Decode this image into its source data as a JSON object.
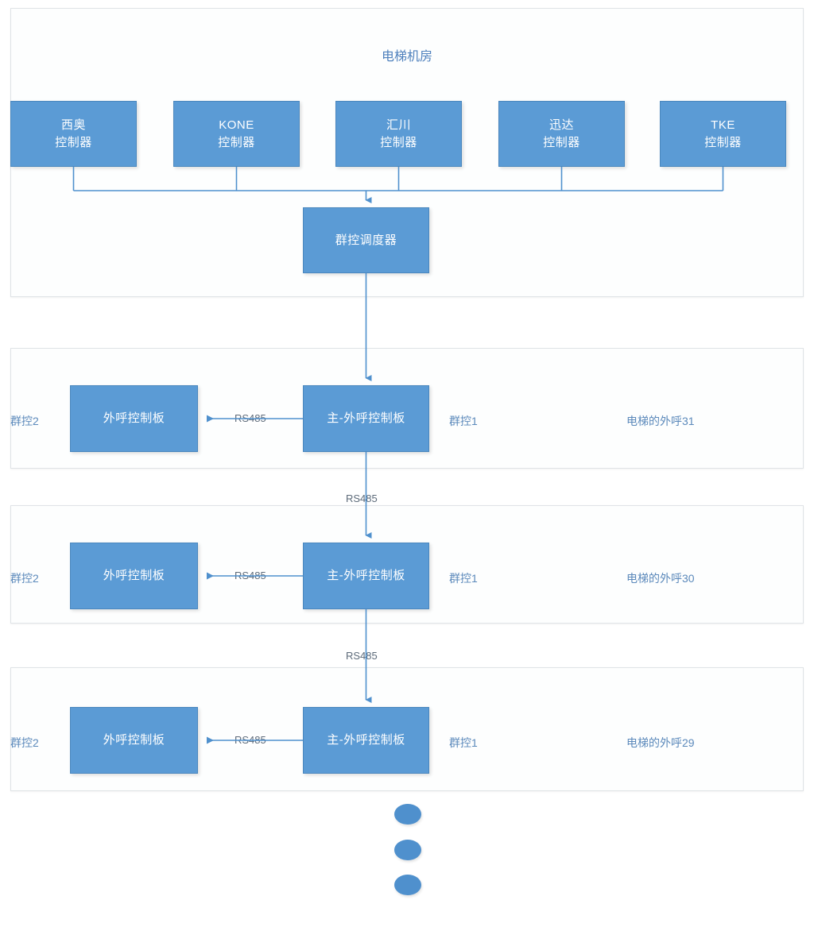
{
  "diagram": {
    "title": "电梯机房",
    "machine_room": {
      "title": "电梯机房",
      "controllers": [
        {
          "brand": "西奥",
          "type": "控制器"
        },
        {
          "brand": "KONE",
          "type": "控制器"
        },
        {
          "brand": "汇川",
          "type": "控制器"
        },
        {
          "brand": "迅达",
          "type": "控制器"
        },
        {
          "brand": "TKE",
          "type": "控制器"
        }
      ],
      "dispatcher": {
        "label": "群控调度器"
      }
    },
    "floors": [
      {
        "hall_label": "电梯的外呼31",
        "group_left_label": "群控2",
        "group_right_label": "群控1",
        "slave_label": "外呼控制板",
        "master_label": "主-外呼控制板",
        "bus_label": "RS485",
        "downlink_label": "RS485"
      },
      {
        "hall_label": "电梯的外呼30",
        "group_left_label": "群控2",
        "group_right_label": "群控1",
        "slave_label": "外呼控制板",
        "master_label": "主-外呼控制板",
        "bus_label": "RS485",
        "downlink_label": "RS485"
      },
      {
        "hall_label": "电梯的外呼29",
        "group_left_label": "群控2",
        "group_right_label": "群控1",
        "slave_label": "外呼控制板",
        "master_label": "主-外呼控制板",
        "bus_label": "RS485",
        "downlink_label": ""
      }
    ],
    "continuation": {
      "dots": 3
    },
    "colors": {
      "node_fill": "#5b9bd5",
      "node_border": "#4a87be",
      "node_text": "#ffffff",
      "label_text": "#5b89bb",
      "title_text": "#4f81bd",
      "connector": "#4f90cd",
      "section_border": "#dfe3e6",
      "background": "#ffffff"
    }
  }
}
